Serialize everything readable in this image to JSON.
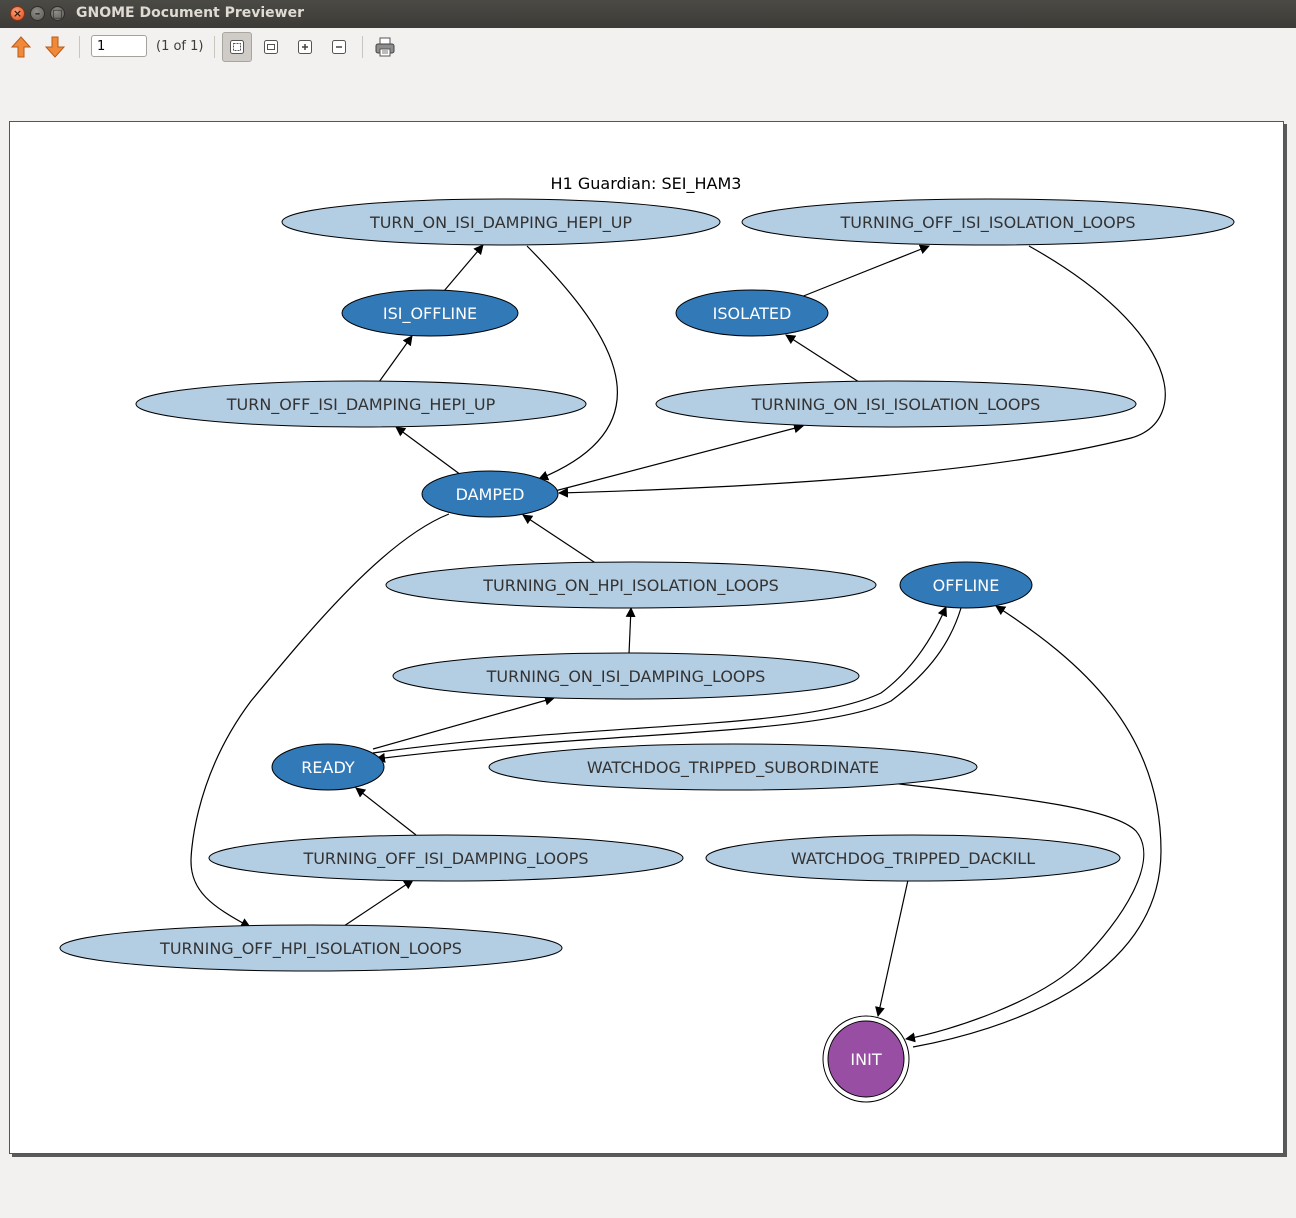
{
  "window": {
    "title": "GNOME Document Previewer"
  },
  "toolbar": {
    "page_value": "1",
    "page_count": "(1 of 1)",
    "buttons": [
      {
        "name": "previous-page",
        "icon": "arrow-up-icon"
      },
      {
        "name": "next-page",
        "icon": "arrow-down-icon"
      },
      {
        "name": "best-fit",
        "icon": "zoom-fit-icon"
      },
      {
        "name": "fit-width",
        "icon": "zoom-width-icon"
      },
      {
        "name": "zoom-in",
        "icon": "zoom-in-icon"
      },
      {
        "name": "zoom-out",
        "icon": "zoom-out-icon"
      },
      {
        "name": "print",
        "icon": "printer-icon"
      }
    ],
    "accent_arrow": "#e8742a"
  },
  "graph": {
    "title": "H1 Guardian: SEI_HAM3",
    "colors": {
      "light": "#b3cde3",
      "dark": "#3279b8",
      "init": "#984ea3"
    },
    "nodes": {
      "turn_on_isi_damping_hepi_up": "TURN_ON_ISI_DAMPING_HEPI_UP",
      "turning_off_isi_isolation_loops": "TURNING_OFF_ISI_ISOLATION_LOOPS",
      "isi_offline": "ISI_OFFLINE",
      "isolated": "ISOLATED",
      "turn_off_isi_damping_hepi_up": "TURN_OFF_ISI_DAMPING_HEPI_UP",
      "turning_on_isi_isolation_loops": "TURNING_ON_ISI_ISOLATION_LOOPS",
      "damped": "DAMPED",
      "turning_on_hpi_isolation_loops": "TURNING_ON_HPI_ISOLATION_LOOPS",
      "offline": "OFFLINE",
      "turning_on_isi_damping_loops": "TURNING_ON_ISI_DAMPING_LOOPS",
      "ready": "READY",
      "watchdog_tripped_subordinate": "WATCHDOG_TRIPPED_SUBORDINATE",
      "turning_off_isi_damping_loops": "TURNING_OFF_ISI_DAMPING_LOOPS",
      "watchdog_tripped_dackill": "WATCHDOG_TRIPPED_DACKILL",
      "turning_off_hpi_isolation_loops": "TURNING_OFF_HPI_ISOLATION_LOOPS",
      "init": "INIT"
    }
  }
}
